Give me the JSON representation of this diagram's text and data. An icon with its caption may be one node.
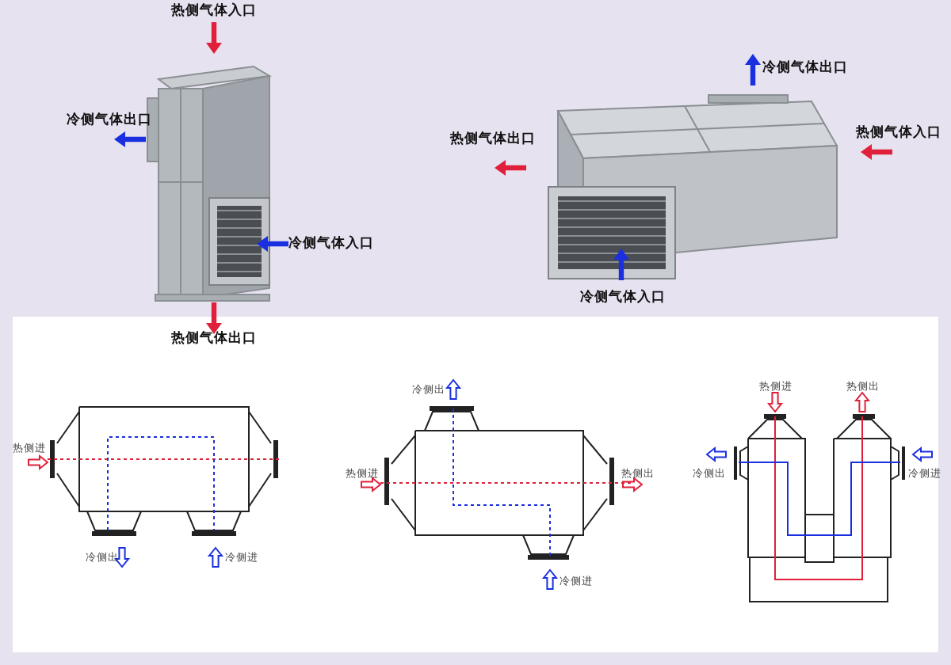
{
  "diagram": {
    "labels": [
      "热侧气体入口",
      "冷侧气体出口",
      "冷侧气体入口",
      "热侧气体出口",
      "冷侧气体出口",
      "热侧气体出口",
      "热侧气体入口",
      "冷侧气体入口",
      "热侧进",
      "冷侧出",
      "冷侧进",
      "冷侧出",
      "热侧进",
      "热侧出",
      "冷侧进",
      "热侧进",
      "热侧出",
      "冷侧出",
      "冷侧进"
    ]
  }
}
